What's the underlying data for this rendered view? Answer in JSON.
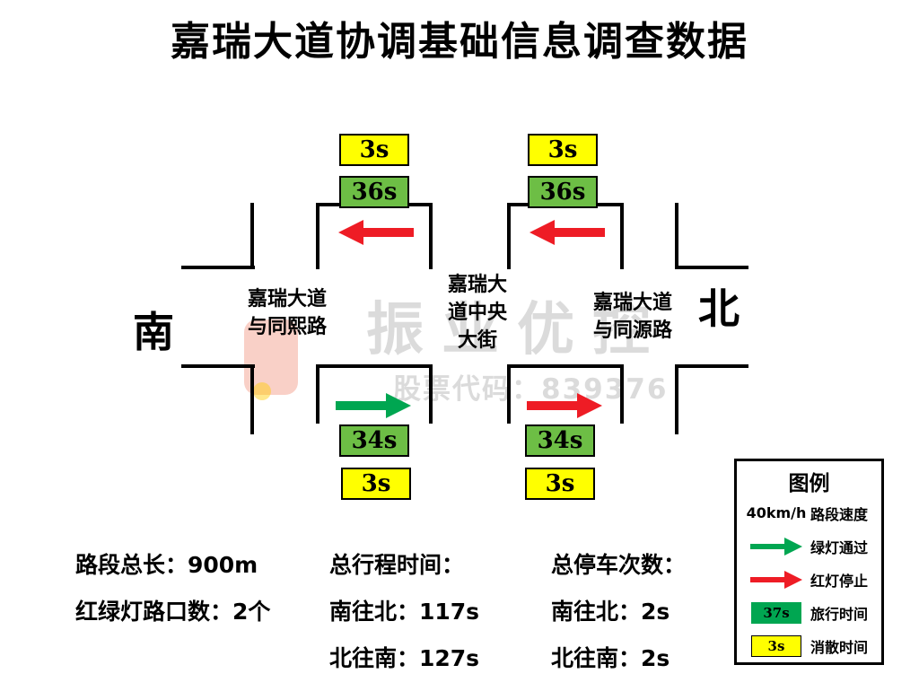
{
  "title": "嘉瑞大道协调基础信息调查数据",
  "watermark": {
    "brand": "振业优控",
    "stock_code": "股票代码：839376"
  },
  "directions": {
    "south": "南",
    "north": "北"
  },
  "road": {
    "left_intersection": [
      "嘉瑞大道",
      "与同熙路"
    ],
    "middle_intersection": [
      "嘉瑞大",
      "道中央",
      "大街"
    ],
    "right_intersection": [
      "嘉瑞大道",
      "与同源路"
    ]
  },
  "signal_boxes": {
    "top_left": {
      "clear": "3s",
      "travel": "36s"
    },
    "top_right": {
      "clear": "3s",
      "travel": "36s"
    },
    "bottom_left": {
      "travel": "34s",
      "clear": "3s"
    },
    "bottom_right": {
      "travel": "34s",
      "clear": "3s"
    }
  },
  "stats": {
    "column1": {
      "line1": "路段总长：900m",
      "line2": "红绿灯路口数：2个"
    },
    "column2": {
      "title": "总行程时间：",
      "line1": "南往北：117s",
      "line2": "北往南：127s"
    },
    "column3": {
      "title": "总停车次数：",
      "line1": "南往北：2s",
      "line2": "北往南：2s"
    }
  },
  "legend": {
    "title": "图例",
    "rows": [
      {
        "symbol": "speed-text",
        "symbol_text": "40km/h",
        "label": "路段速度"
      },
      {
        "symbol": "green-arrow",
        "label": "绿灯通过"
      },
      {
        "symbol": "red-arrow",
        "label": "红灯停止"
      },
      {
        "symbol": "green-box",
        "symbol_text": "37s",
        "label": "旅行时间"
      },
      {
        "symbol": "yellow-box",
        "symbol_text": "3s",
        "label": "消散时间"
      }
    ]
  },
  "colors": {
    "travel_green_box": "#6DBE45",
    "clear_yellow_box": "#FFFF00",
    "legend_green_box": "#00A651",
    "arrow_red": "#EE1C25",
    "arrow_green": "#00A651",
    "line_black": "#000000"
  }
}
